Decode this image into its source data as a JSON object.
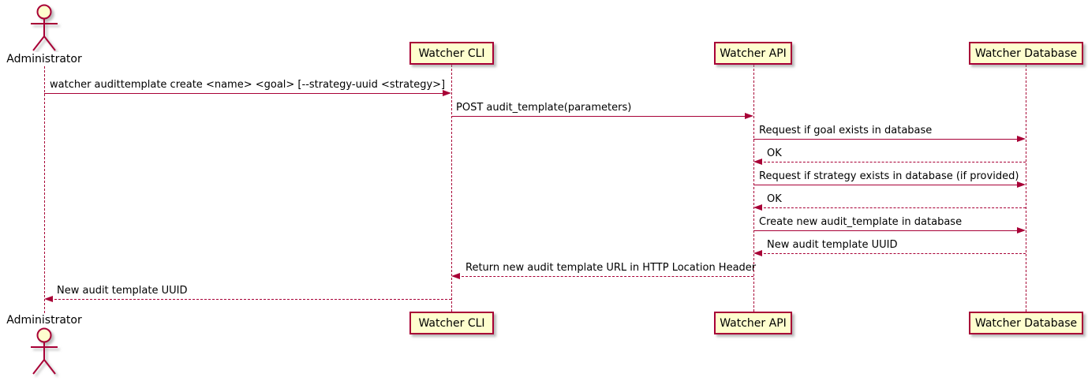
{
  "diagram": {
    "type": "uml-sequence-diagram",
    "colors": {
      "accent": "#A80036",
      "participant_fill": "#FEFECE",
      "text": "#000000",
      "background": "#FFFFFF"
    }
  },
  "actors": {
    "administrator": {
      "label": "Administrator"
    }
  },
  "participants": [
    {
      "label": "Watcher CLI"
    },
    {
      "label": "Watcher API"
    },
    {
      "label": "Watcher Database"
    }
  ],
  "messages": [
    {
      "from": "Administrator",
      "to": "Watcher CLI",
      "style": "solid",
      "text": "watcher audittemplate create <name> <goal> [--strategy-uuid <strategy>]"
    },
    {
      "from": "Watcher CLI",
      "to": "Watcher API",
      "style": "solid",
      "text": "POST audit_template(parameters)"
    },
    {
      "from": "Watcher API",
      "to": "Watcher Database",
      "style": "solid",
      "text": "Request if goal exists in database"
    },
    {
      "from": "Watcher Database",
      "to": "Watcher API",
      "style": "dashed",
      "text": "OK"
    },
    {
      "from": "Watcher API",
      "to": "Watcher Database",
      "style": "solid",
      "text": "Request if strategy exists in database (if provided)"
    },
    {
      "from": "Watcher Database",
      "to": "Watcher API",
      "style": "dashed",
      "text": "OK"
    },
    {
      "from": "Watcher API",
      "to": "Watcher Database",
      "style": "solid",
      "text": "Create new audit_template in database"
    },
    {
      "from": "Watcher Database",
      "to": "Watcher API",
      "style": "dashed",
      "text": "New audit template UUID"
    },
    {
      "from": "Watcher API",
      "to": "Watcher CLI",
      "style": "dashed",
      "text": "Return new audit template URL in HTTP Location Header"
    },
    {
      "from": "Watcher CLI",
      "to": "Administrator",
      "style": "dashed",
      "text": "New audit template UUID"
    }
  ]
}
